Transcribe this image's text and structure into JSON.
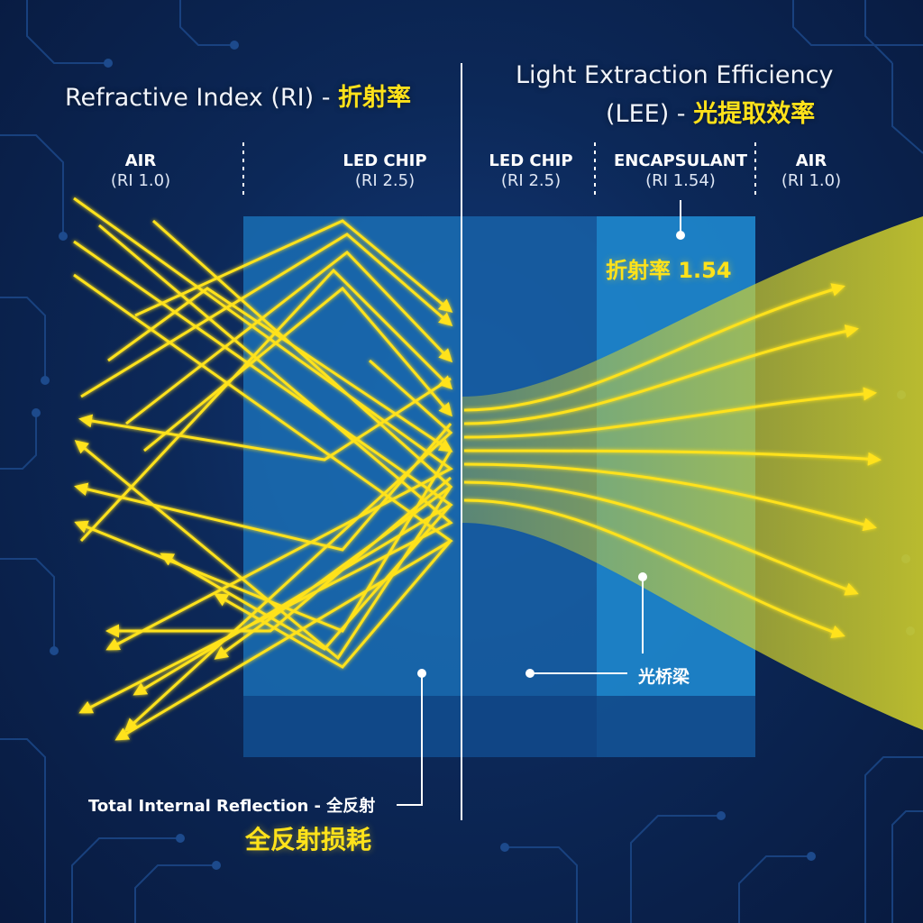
{
  "titles": {
    "left_en": "Refractive Index (RI) - ",
    "left_cn": "折射率",
    "right_line1": "Light Extraction Efficiency",
    "right_line2_en": "(LEE) - ",
    "right_line2_cn": "光提取效率"
  },
  "columns": [
    {
      "name": "AIR",
      "ri": "(RI 1.0)"
    },
    {
      "name": "LED CHIP",
      "ri": "(RI 2.5)"
    },
    {
      "name": "LED CHIP",
      "ri": "(RI 2.5)"
    },
    {
      "name": "ENCAPSULANT",
      "ri": "(RI 1.54)"
    },
    {
      "name": "AIR",
      "ri": "(RI 1.0)"
    }
  ],
  "callouts": {
    "encapsulant_ri": "折射率 1.54",
    "light_bridge": "光桥梁",
    "tir_label": "Total Internal Reflection - 全反射",
    "tir_loss": "全反射损耗"
  },
  "colors": {
    "background": "#0b2350",
    "chip_region": "#1a6fb5",
    "encapsulant_region": "#1e88cf",
    "ray": "#ffe21a",
    "beam": "#d8d62a",
    "text": "#ffffff"
  }
}
